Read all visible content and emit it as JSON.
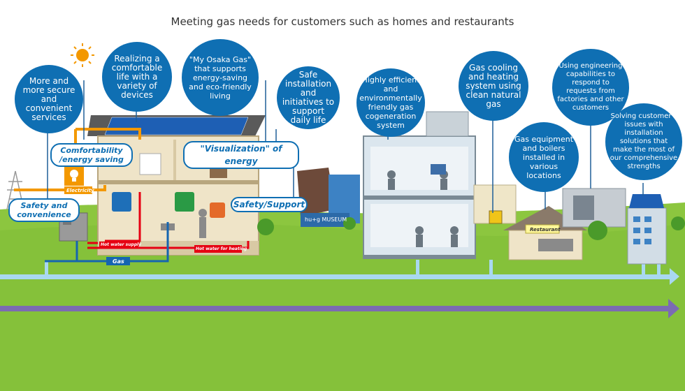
{
  "title": "Meeting gas needs for customers such as homes and restaurants",
  "bubbles": {
    "services": "More and more secure and convenient services",
    "comfortable": "Realizing a comfortable life with a variety of devices",
    "my_osaka": "\"My Osaka Gas\" that supports energy-saving and eco-friendly living",
    "safe_install": "Safe installation and initiatives to support daily life",
    "cogeneration": "Highly efficient and environmentally friendly gas cogeneration system",
    "cooling": "Gas cooling and heating system using clean natural gas",
    "engineering": "Using engineering capabilities to respond to requests from factories and other customers",
    "equipment": "Gas equipment and boilers installed in various locations",
    "solving": "Solving customer's issues with installation solutions that make the most of our comprehensive strengths"
  },
  "labels": {
    "comfortability": "Comfortability /energy saving",
    "visualization": "\"Visualization\" of energy",
    "safety_convenience": "Safety and convenience",
    "safety_support": "Safety/Support",
    "electricity": "Electricity",
    "hot_water_supply": "Hot water supply",
    "hot_water_heating": "Hot water for heating",
    "gas": "Gas",
    "museum": "hu+g MUSEUM",
    "restaurant": "Restaurant"
  },
  "colors": {
    "bubble": "#0f6fb3",
    "ground": "#8cc63f",
    "gas_line": "#a9d8f0",
    "purple_line": "#7b6bb3",
    "orange": "#f39800",
    "red": "#e60012"
  }
}
